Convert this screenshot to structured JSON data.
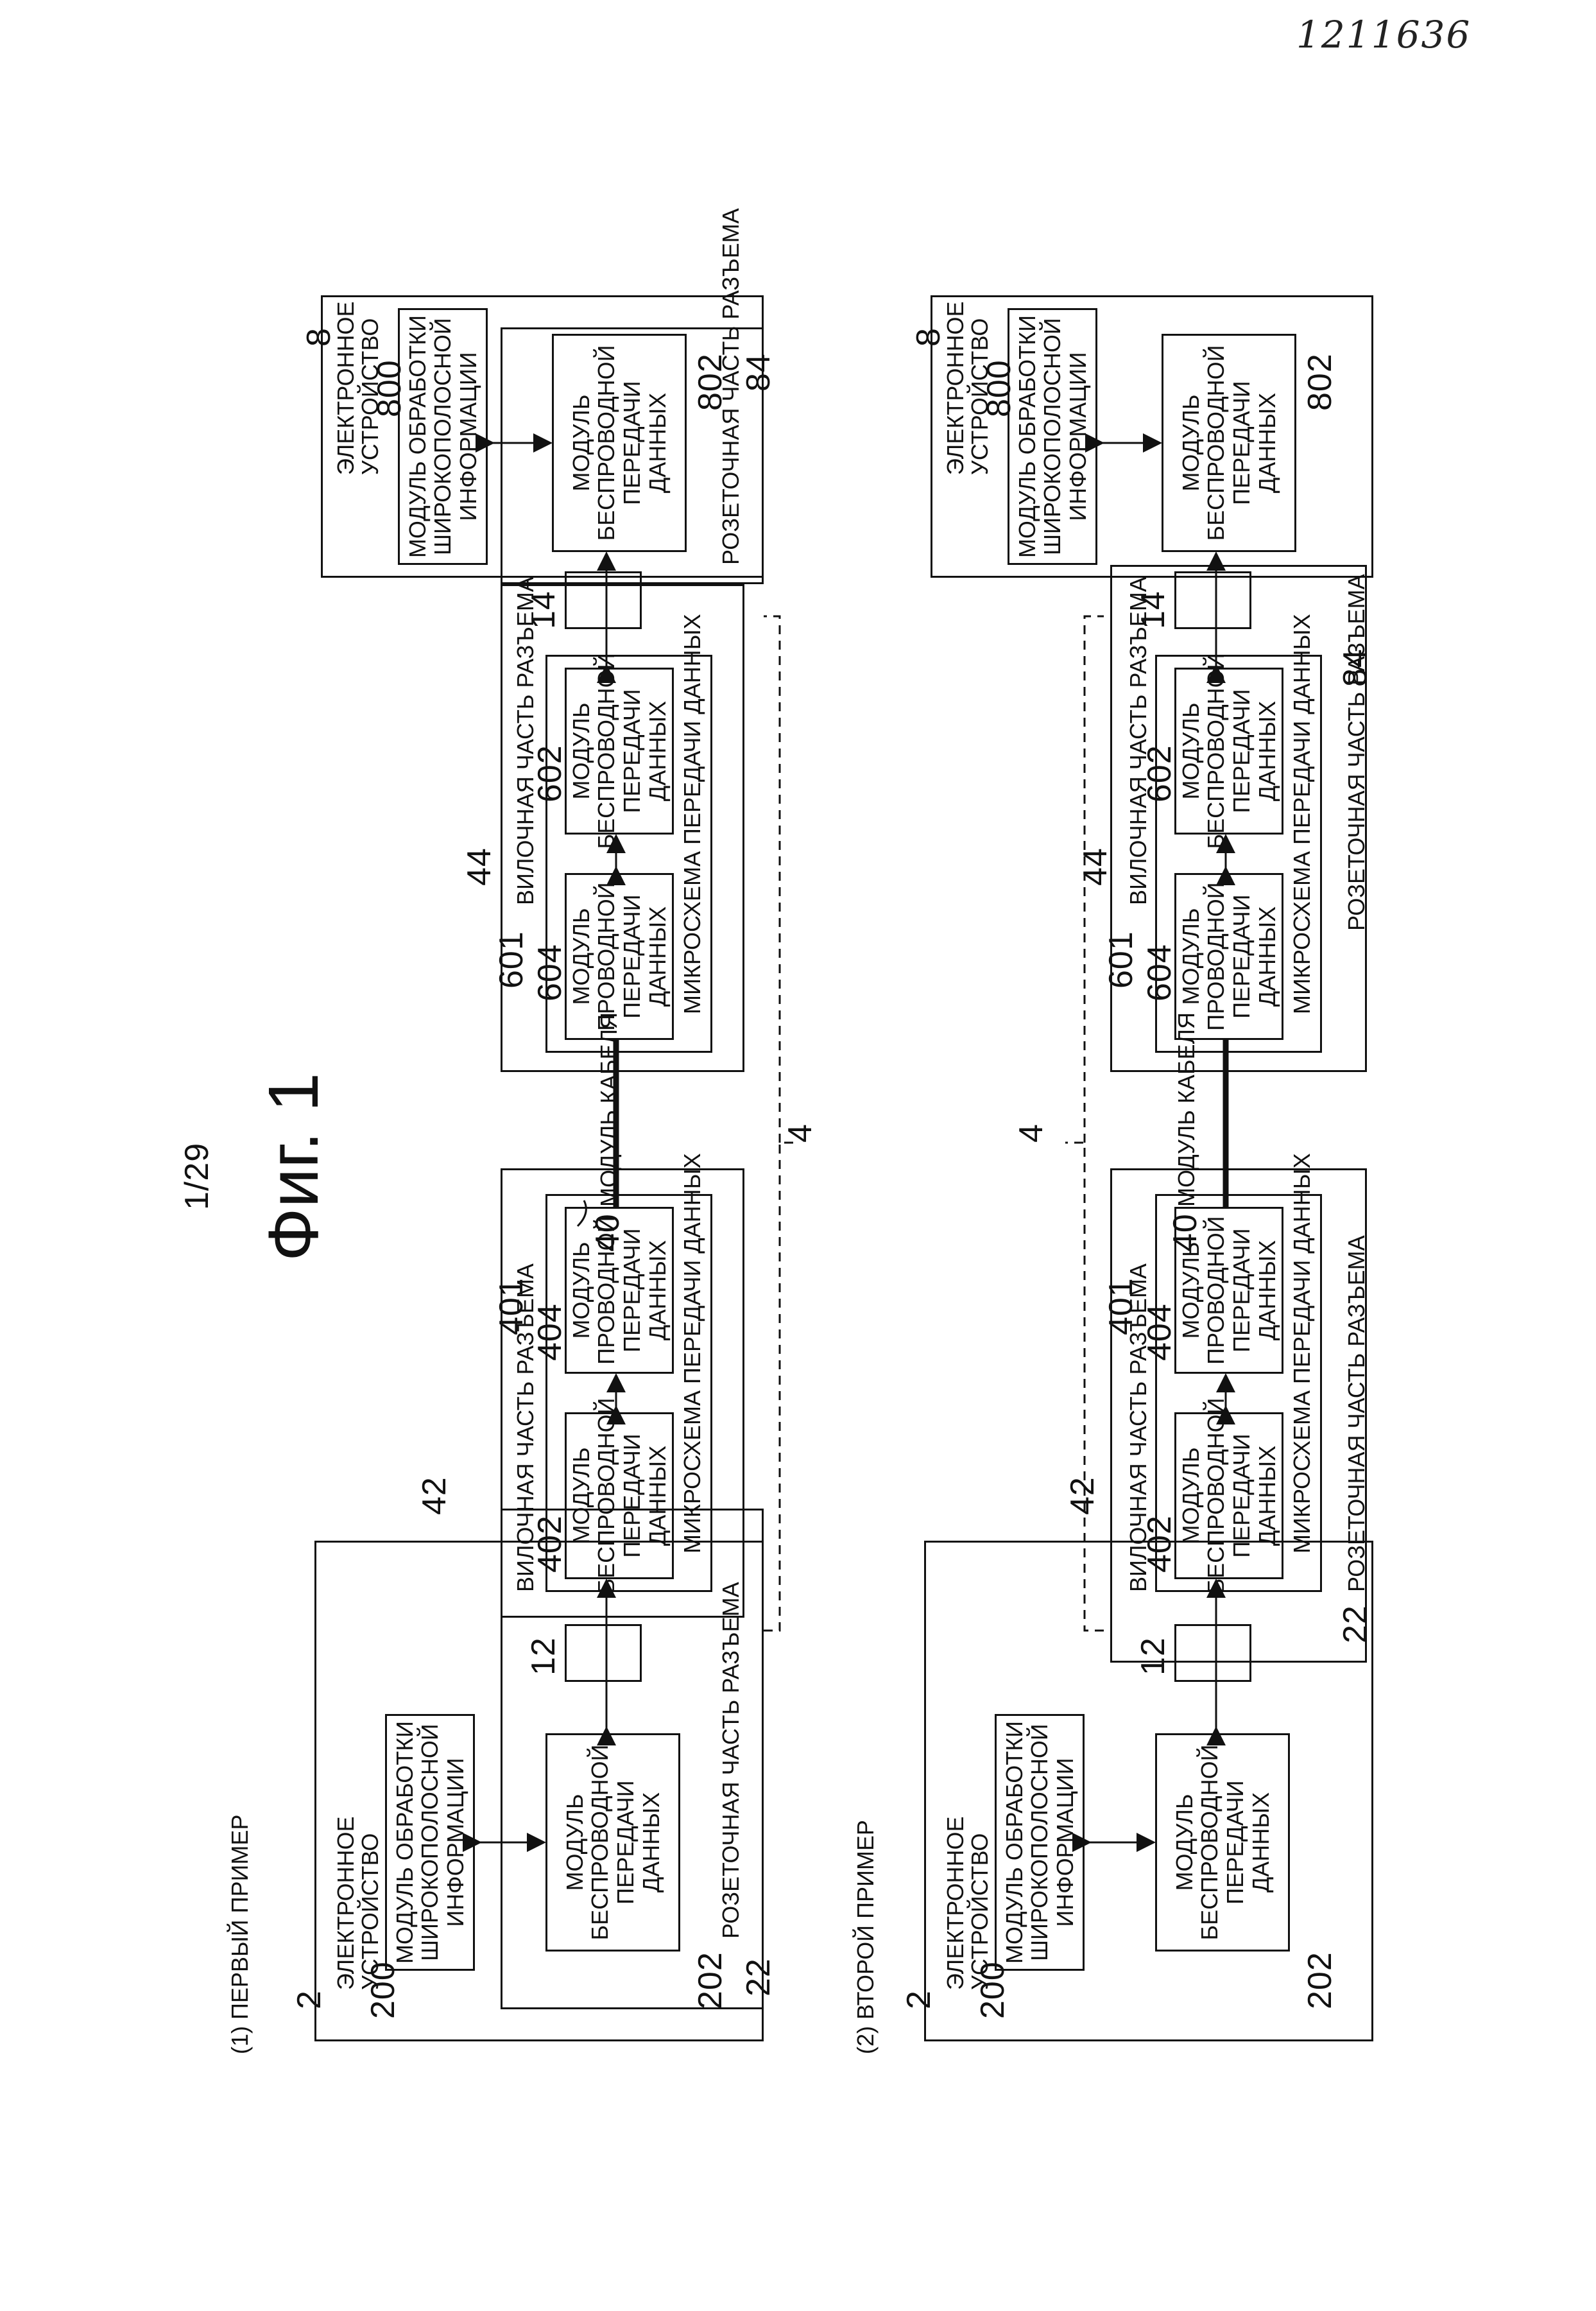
{
  "header": {
    "sheet": "1/29",
    "figure": "Фиг. 1",
    "handwritten_number": "1211636"
  },
  "example1": {
    "title": "(1) ПЕРВЫЙ ПРИМЕР",
    "dev2": {
      "ref": "2",
      "label": "ЭЛЕКТРОННОЕ УСТРОЙСТВО",
      "bb_ref": "200",
      "bb_label": "МОДУЛЬ ОБРАБОТКИ ШИРОКОПОЛОСНОЙ ИНФОРМАЦИИ",
      "wl_ref": "202",
      "wl_label": "МОДУЛЬ БЕСПРОВОДНОЙ ПЕРЕДАЧИ ДАННЫХ",
      "socket_ref": "22",
      "socket_label": "РОЗЕТОЧНАЯ ЧАСТЬ РАЗЪЕМА"
    },
    "plug42": {
      "ref": "42",
      "label": "ВИЛОЧНАЯ ЧАСТЬ РАЗЪЕМА",
      "chip_ref": "401",
      "chip_label": "МИКРОСХЕМА ПЕРЕДАЧИ ДАННЫХ",
      "wl_ref": "402",
      "wl_label": "МОДУЛЬ БЕСПРОВОДНОЙ ПЕРЕДАЧИ ДАННЫХ",
      "wd_ref": "404",
      "wd_label": "МОДУЛЬ ПРОВОДНОЙ ПЕРЕДАЧИ ДАННЫХ",
      "coupler_ref": "12"
    },
    "cable": {
      "ref": "40",
      "label": "МОДУЛЬ КАБЕЛЯ",
      "assembly_ref": "4"
    },
    "plug44": {
      "ref": "44",
      "label": "ВИЛОЧНАЯ ЧАСТЬ РАЗЪЕМА",
      "chip_ref": "601",
      "chip_label": "МИКРОСХЕМА ПЕРЕДАЧИ ДАННЫХ",
      "wd_ref": "604",
      "wd_label": "МОДУЛЬ ПРОВОДНОЙ ПЕРЕДАЧИ ДАННЫХ",
      "wl_ref": "602",
      "wl_label": "МОДУЛЬ БЕСПРОВОДНОЙ ПЕРЕДАЧИ ДАННЫХ",
      "coupler_ref": "14"
    },
    "dev8": {
      "ref": "8",
      "label": "ЭЛЕКТРОННОЕ УСТРОЙСТВО",
      "bb_ref": "800",
      "bb_label": "МОДУЛЬ ОБРАБОТКИ ШИРОКОПОЛОСНОЙ ИНФОРМАЦИИ",
      "wl_ref": "802",
      "wl_label": "МОДУЛЬ БЕСПРОВОДНОЙ ПЕРЕДАЧИ ДАННЫХ",
      "socket_ref": "84",
      "socket_label": "РОЗЕТОЧНАЯ ЧАСТЬ РАЗЪЕМА"
    }
  },
  "example2": {
    "title": "(2) ВТОРОЙ ПРИМЕР",
    "dev2": {
      "ref": "2",
      "label": "ЭЛЕКТРОННОЕ УСТРОЙСТВО",
      "bb_ref": "200",
      "bb_label": "МОДУЛЬ ОБРАБОТКИ ШИРОКОПОЛОСНОЙ ИНФОРМАЦИИ",
      "wl_ref": "202",
      "wl_label": "МОДУЛЬ БЕСПРОВОДНОЙ ПЕРЕДАЧИ ДАННЫХ",
      "socket_ref": "22",
      "socket_label": "РОЗЕТОЧНАЯ ЧАСТЬ РАЗЪЕМА"
    },
    "plug42": {
      "ref": "42",
      "label": "ВИЛОЧНАЯ ЧАСТЬ РАЗЪЕМА",
      "chip_ref": "401",
      "chip_label": "МИКРОСХЕМА ПЕРЕДАЧИ ДАННЫХ",
      "wl_ref": "402",
      "wl_label": "МОДУЛЬ БЕСПРОВОДНОЙ ПЕРЕДАЧИ ДАННЫХ",
      "wd_ref": "404",
      "wd_label": "МОДУЛЬ ПРОВОДНОЙ ПЕРЕДАЧИ ДАННЫХ",
      "coupler_ref": "12"
    },
    "cable": {
      "ref": "40",
      "label": "МОДУЛЬ КАБЕЛЯ",
      "assembly_ref": "4"
    },
    "plug44": {
      "ref": "44",
      "label": "ВИЛОЧНАЯ ЧАСТЬ РАЗЪЕМА",
      "chip_ref": "601",
      "chip_label": "МИКРОСХЕМА ПЕРЕДАЧИ ДАННЫХ",
      "wd_ref": "604",
      "wd_label": "МОДУЛЬ ПРОВОДНОЙ ПЕРЕДАЧИ ДАННЫХ",
      "wl_ref": "602",
      "wl_label": "МОДУЛЬ БЕСПРОВОДНОЙ ПЕРЕДАЧИ ДАННЫХ",
      "coupler_ref": "14"
    },
    "dev8": {
      "ref": "8",
      "label": "ЭЛЕКТРОННОЕ УСТРОЙСТВО",
      "bb_ref": "800",
      "bb_label": "МОДУЛЬ ОБРАБОТКИ ШИРОКОПОЛОСНОЙ ИНФОРМАЦИИ",
      "wl_ref": "802",
      "wl_label": "МОДУЛЬ БЕСПРОВОДНОЙ ПЕРЕДАЧИ ДАННЫХ",
      "socket_ref": "84",
      "socket_label": "РОЗЕТОЧНАЯ ЧАСТЬ РАЗЪЕМА"
    }
  }
}
